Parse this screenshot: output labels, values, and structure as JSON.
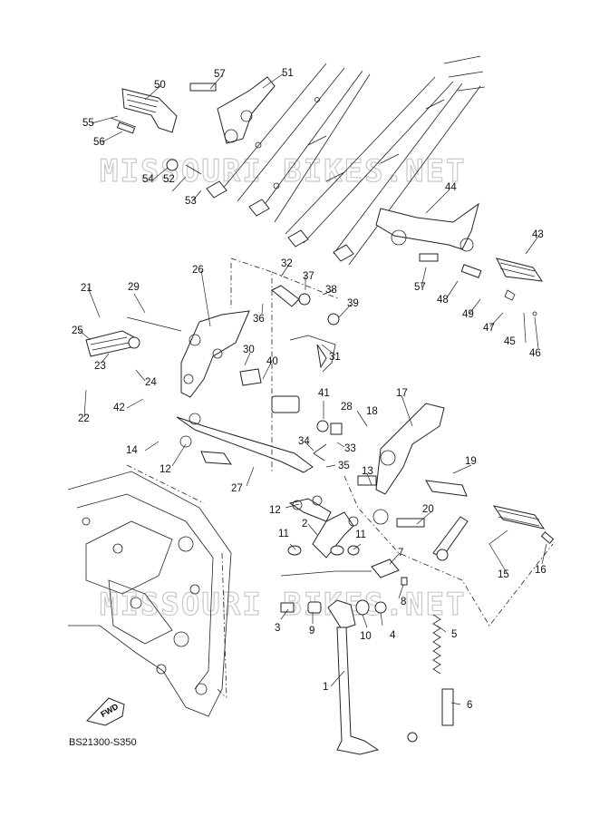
{
  "diagram_code": "BS21300-S350",
  "fwd_label": "FWD",
  "watermark": "MISSOURI BIKES.NET",
  "callouts": [
    "1",
    "2",
    "3",
    "4",
    "5",
    "6",
    "7",
    "8",
    "9",
    "10",
    "11",
    "11",
    "12",
    "12",
    "13",
    "14",
    "15",
    "16",
    "17",
    "18",
    "19",
    "20",
    "21",
    "22",
    "23",
    "24",
    "25",
    "26",
    "27",
    "28",
    "29",
    "30",
    "31",
    "32",
    "33",
    "34",
    "35",
    "36",
    "37",
    "38",
    "39",
    "40",
    "41",
    "42",
    "43",
    "44",
    "45",
    "46",
    "47",
    "48",
    "49",
    "50",
    "51",
    "52",
    "53",
    "54",
    "55",
    "56",
    "57",
    "57"
  ]
}
